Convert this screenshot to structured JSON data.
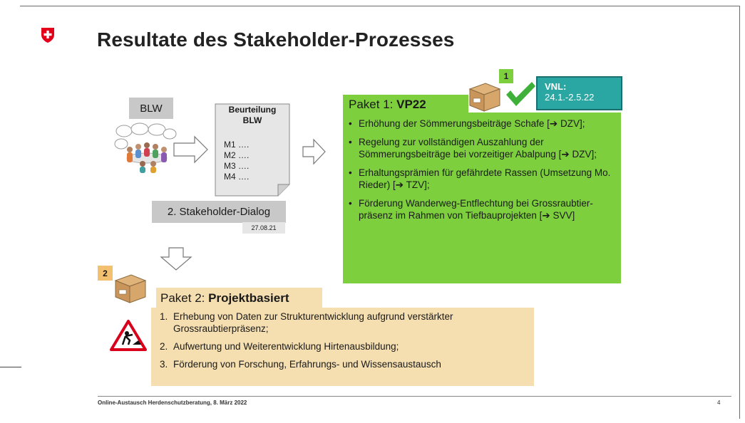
{
  "slide": {
    "title": "Resultate des Stakeholder-Prozesses",
    "footer": "Online-Austausch Herdenschutzberatung, 8. März 2022",
    "page_number": "4"
  },
  "left": {
    "blw_label": "BLW",
    "doc_title_line1": "Beurteilung",
    "doc_title_line2": "BLW",
    "doc_lines": [
      "M1 ….",
      "M2 ….",
      "M3 ….",
      "M4 …."
    ],
    "dialog_label": "2. Stakeholder-Dialog",
    "dialog_date": "27.08.21"
  },
  "paket1": {
    "badge": "1",
    "title_prefix": "Paket 1: ",
    "title_bold": "VP22",
    "vnl_line1": "VNL:",
    "vnl_line2": "24.1.-2.5.22",
    "items": [
      "Erhöhung der Sömmerungsbeiträge Schafe [➔ DZV];",
      "Regelung zur vollständigen Auszahlung der Sömmerungsbeiträge bei vorzeitiger Abalpung [➔ DZV];",
      "Erhaltungsprämien für gefährdete Rassen (Umsetzung Mo. Rieder) [➔ TZV];",
      "Förderung Wanderweg-Entflechtung bei Grossraubtier-präsenz im Rahmen von Tiefbauprojekten [➔ SVV]"
    ]
  },
  "paket2": {
    "badge": "2",
    "title_prefix": "Paket 2: ",
    "title_bold": "Projektbasiert",
    "items": [
      {
        "num": "1.",
        "text": "Erhebung von Daten zur Strukturentwicklung aufgrund verstärkter Grossraubtierpräsenz;"
      },
      {
        "num": "2.",
        "text": "Aufwertung und Weiterentwicklung Hirtenausbildung;"
      },
      {
        "num": "3.",
        "text": "Förderung von Forschung, Erfahrungs- und Wissensaustausch"
      }
    ]
  },
  "colors": {
    "paket1": "#7dcf3e",
    "paket2": "#f5deaf",
    "vnl": "#2aa7a3",
    "swiss_red": "#e2001a"
  },
  "icons": [
    "swiss-cross-icon",
    "meeting-people-icon",
    "document-icon",
    "arrow-right-icon",
    "arrow-down-icon",
    "package-box-icon",
    "checkmark-icon",
    "construction-sign-icon"
  ]
}
